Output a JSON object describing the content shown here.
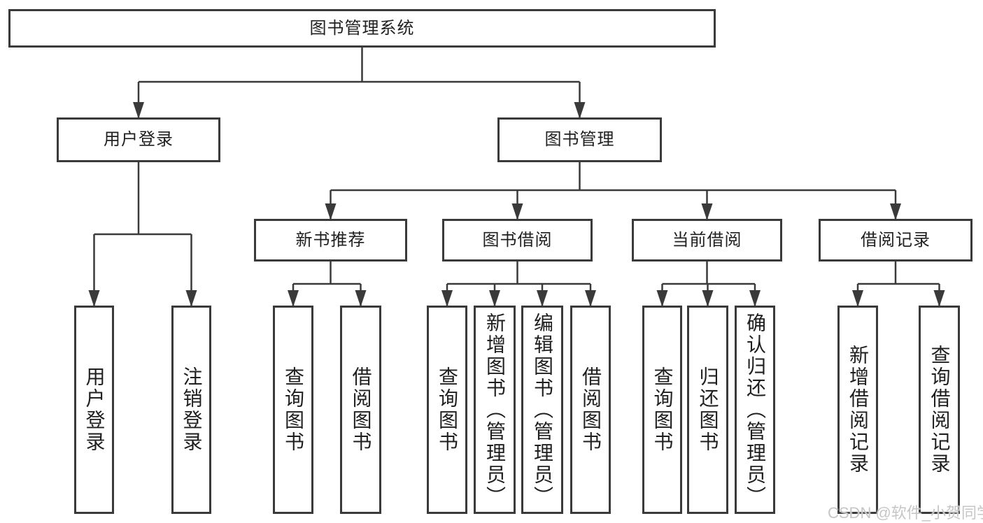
{
  "diagram": {
    "root": "图书管理系统",
    "level2": [
      "用户登录",
      "图书管理"
    ],
    "level3": [
      "新书推荐",
      "图书借阅",
      "当前借阅",
      "借阅记录"
    ],
    "login_children": [
      "用户登录",
      "注销登录"
    ],
    "recommend_children": [
      "查询图书",
      "借阅图书"
    ],
    "borrow_children": [
      "查询图书",
      "新增图书（管理员）",
      "编辑图书（管理员）",
      "借阅图书"
    ],
    "current_children": [
      "查询图书",
      "归还图书",
      "确认归还（管理员）"
    ],
    "records_children": [
      "新增借阅记录",
      "查询借阅记录"
    ]
  },
  "watermark": "CSDN @软件_小贺同学",
  "colors": {
    "line": "#3a3a3a",
    "box_border": "#3a3a3a",
    "text": "#1f1f1f",
    "background": "#ffffff",
    "watermark": "#c6c6c6"
  }
}
